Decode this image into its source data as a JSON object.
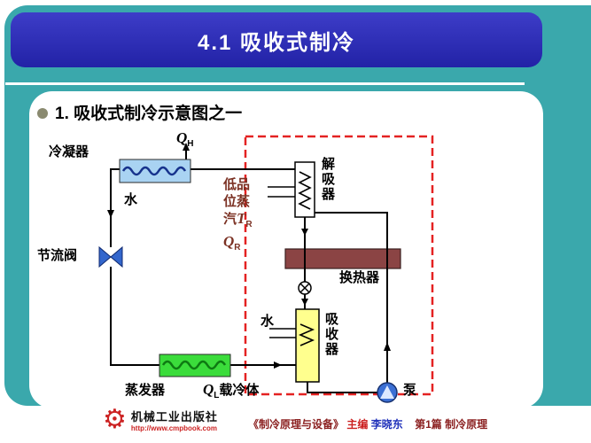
{
  "slide": {
    "header_title": "4.1  吸收式制冷",
    "bullet_title": "1. 吸收式制冷示意图之一"
  },
  "diagram": {
    "condenser_label": "冷凝器",
    "water_top_label": "水",
    "throttle_label": "节流阀",
    "evaporator_label": "蒸发器",
    "generator_label": "解吸器",
    "absorber_label": "吸收器",
    "hx_label": "换热器",
    "water_abs_label": "水",
    "pump_label": "泵",
    "coolant_label": "载冷体",
    "qh_sym": "Q",
    "qh_sub": "H",
    "ql_sym": "Q",
    "ql_sub": "L",
    "tr_sym": "T",
    "tr_sub": "R",
    "qr_sym": "Q",
    "qr_sub": "R",
    "steam_line1": "低品",
    "steam_line2": "位蒸",
    "steam_line3": "汽"
  },
  "footer": {
    "publisher": "机械工业出版社",
    "url": "http://www.cmpbook.com",
    "book": "《制冷原理与设备》",
    "editor_label": "主编",
    "editor": "李晓东",
    "part": "第1篇",
    "part_title": "制冷原理"
  },
  "colors": {
    "background_teal": "#3aa8ac",
    "header_blue": "#2222a6",
    "condenser_fill": "#a9d3f2",
    "evaporator_fill": "#3bdc3b",
    "absorber_fill": "#ffff8e",
    "heat_exchanger_fill": "#8b4444",
    "pump_fill": "#3b6fd4",
    "dashed_boundary_red": "#e42222"
  }
}
